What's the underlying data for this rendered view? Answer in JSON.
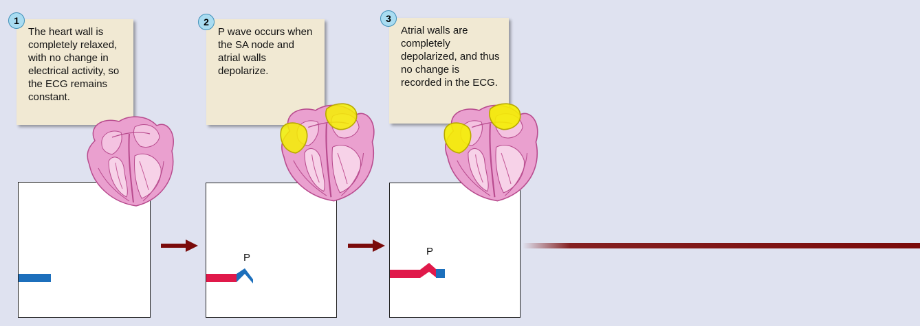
{
  "steps": [
    {
      "number": "1",
      "text": "The heart wall is completely relaxed, with no change in electrical activity, so the ECG remains constant."
    },
    {
      "number": "2",
      "text": "P wave occurs when the SA node and atrial walls depolarize."
    },
    {
      "number": "3",
      "text": "Atrial walls are completely depolarized, and thus no change is recorded in the ECG."
    }
  ],
  "ecg_labels": {
    "panel2": "P",
    "panel3": "P"
  },
  "colors": {
    "background": "#dfe2f0",
    "note": "#f1e9d3",
    "ecg_red": "#e0194a",
    "ecg_blue": "#1c6fbc",
    "arrow": "#7a0a0a",
    "heart_pink": "#e89ac8",
    "depolarized_yellow": "#f5f000"
  }
}
